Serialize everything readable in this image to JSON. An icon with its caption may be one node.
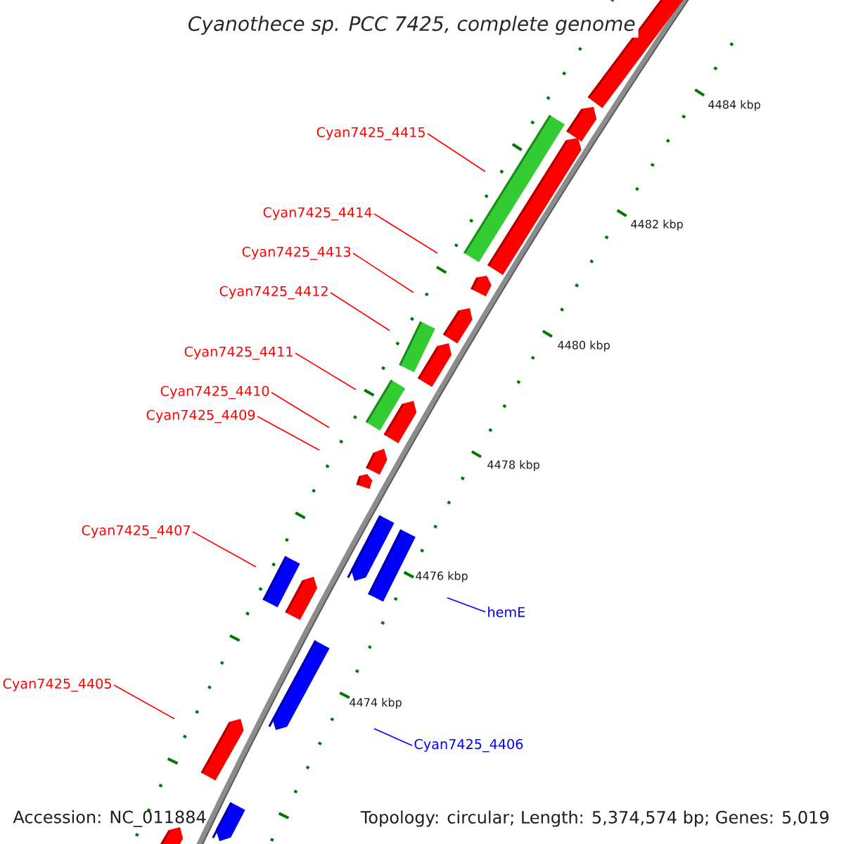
{
  "diagram": {
    "title": "Cyanothece sp. PCC 7425, complete genome",
    "nodes": [
      {
        "text": [
          "Cyan7425_4415"
        ]
      },
      {
        "text": [
          "Cyan7425_4414"
        ]
      },
      {
        "text": [
          "Cyan7425_4413"
        ]
      },
      {
        "text": [
          "Cyan7425_4412"
        ]
      },
      {
        "text": [
          "Cyan7425_4411"
        ]
      },
      {
        "text": [
          "Cyan7425_4410"
        ]
      },
      {
        "text": [
          "Cyan7425_4409"
        ]
      },
      {
        "text": [
          "Cyan7425_4407"
        ]
      },
      {
        "text": [
          "hemE"
        ]
      },
      {
        "text": [
          "Cyan7425_4405"
        ]
      },
      {
        "text": [
          "Cyan7425_4406"
        ]
      }
    ],
    "edges": [
      {
        "from": 0,
        "to": null,
        "arrow": "none"
      },
      {
        "from": 1,
        "to": null,
        "arrow": "none"
      },
      {
        "from": 2,
        "to": null,
        "arrow": "none"
      },
      {
        "from": 3,
        "to": null,
        "arrow": "none"
      },
      {
        "from": 4,
        "to": null,
        "arrow": "none"
      },
      {
        "from": 5,
        "to": null,
        "arrow": "none"
      },
      {
        "from": 6,
        "to": null,
        "arrow": "none"
      },
      {
        "from": 7,
        "to": null,
        "arrow": "none"
      },
      {
        "from": 8,
        "to": null,
        "arrow": "none",
        "color": "#0000ff"
      },
      {
        "from": 9,
        "to": null,
        "arrow": "none"
      },
      {
        "from": 10,
        "to": null,
        "arrow": "none",
        "color": "#0000ff"
      }
    ],
    "labels": [
      "4484 kbp",
      "4482 kbp",
      "4480 kbp",
      "4478 kbp",
      "4476 kbp",
      "4474 kbp",
      "Accession: NC_011884",
      "Topology: circular; Length: 5,374,574 bp; Genes: 5,019"
    ]
  }
}
